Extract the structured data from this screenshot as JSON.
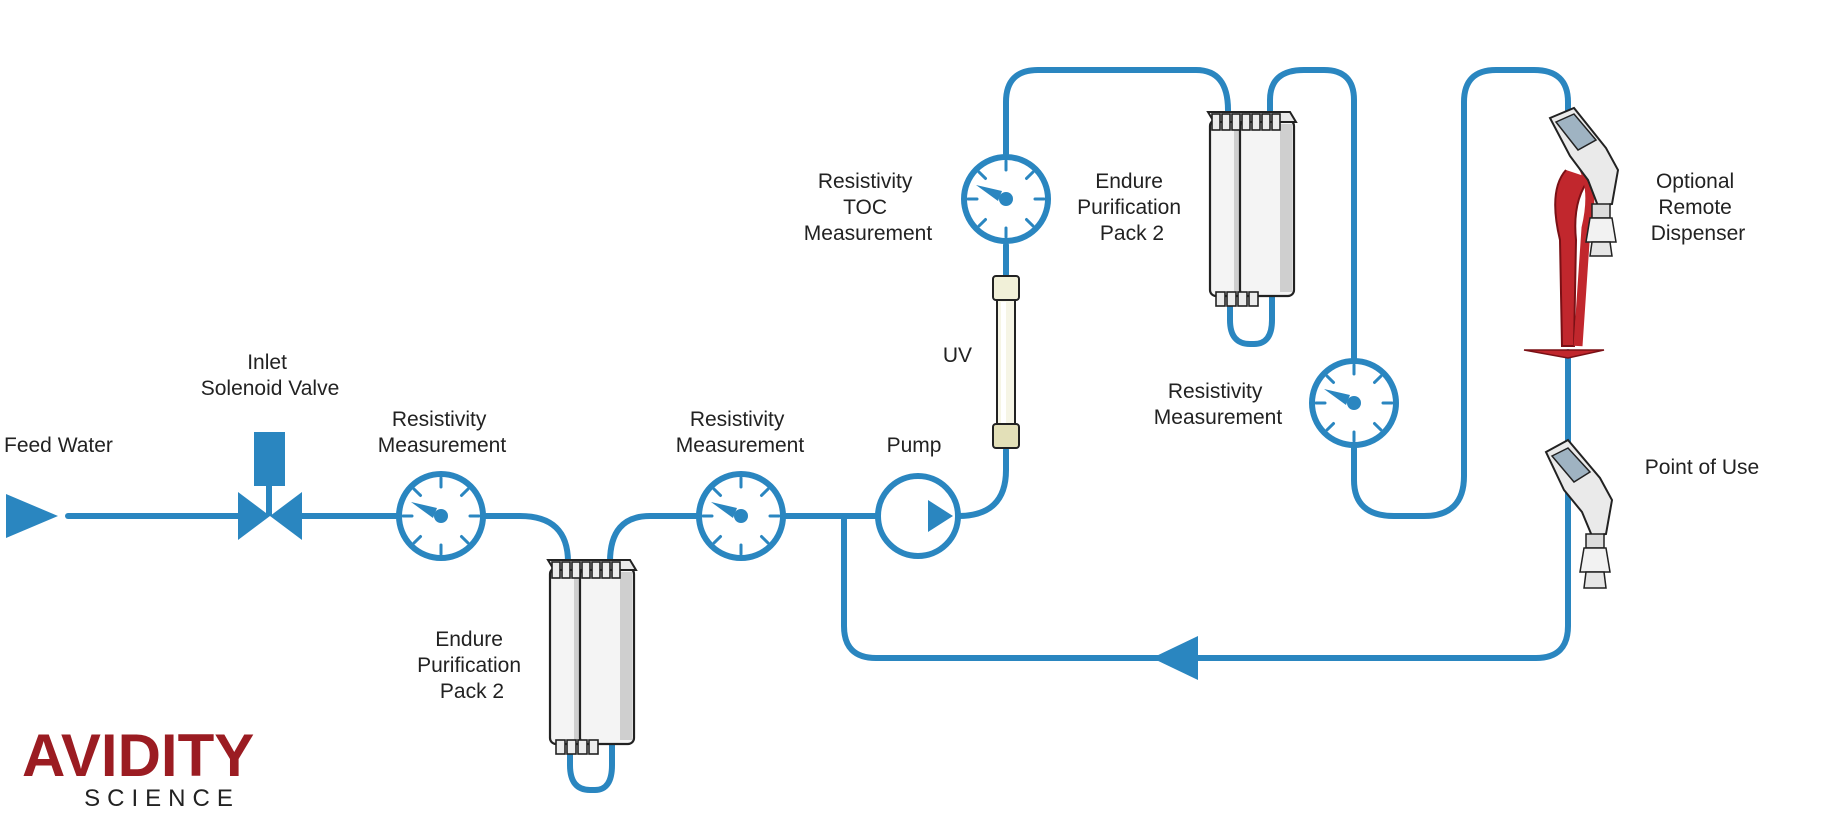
{
  "colors": {
    "pipe": "#2a86c0",
    "label": "#222222",
    "dispenser_tube": "#c1272d",
    "logo": "#9b1c22",
    "logo_sub": "#222222"
  },
  "labels": {
    "feed_water": "Feed Water",
    "inlet_valve": [
      "Inlet",
      "Solenoid Valve"
    ],
    "resistivity_1": [
      "Resistivity",
      "Measurement"
    ],
    "endure_pack_lower": [
      "Endure",
      "Purification",
      "Pack 2"
    ],
    "resistivity_2": [
      "Resistivity",
      "Measurement"
    ],
    "pump": "Pump",
    "uv": "UV",
    "resistivity_toc": [
      "Resistivity",
      "TOC",
      "Measurement"
    ],
    "endure_pack_upper": [
      "Endure",
      "Purification",
      "Pack 2"
    ],
    "resistivity_3": [
      "Resistivity",
      "Measurement"
    ],
    "remote_dispenser": [
      "Optional",
      "Remote",
      "Dispenser"
    ],
    "point_of_use": "Point of Use"
  },
  "logo": {
    "name": "AVIDITY",
    "sub": "SCIENCE"
  },
  "icons": {
    "feed_arrow": "play-triangle-icon",
    "valve": "solenoid-valve-icon",
    "gauge": "gauge-icon",
    "pump": "pump-icon",
    "uv_lamp": "uv-lamp-icon",
    "cartridge": "purification-cartridge-icon",
    "dispenser": "dispenser-nozzle-icon"
  }
}
